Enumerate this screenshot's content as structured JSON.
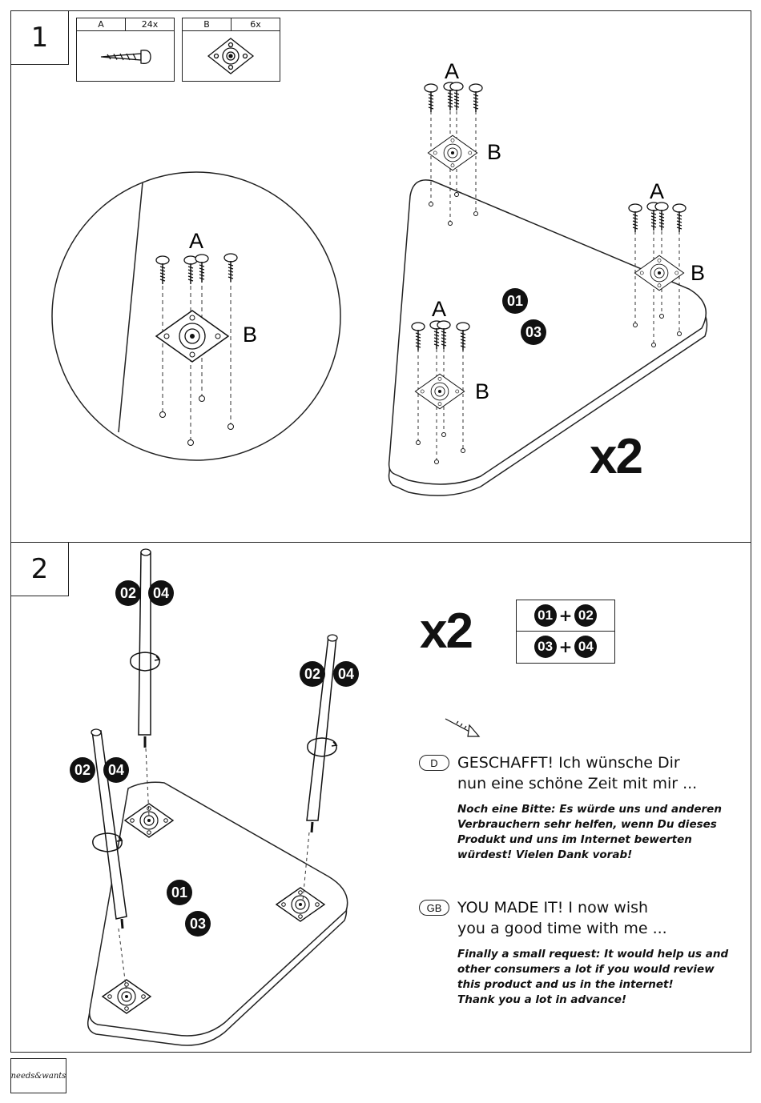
{
  "steps": [
    {
      "number": "1"
    },
    {
      "number": "2"
    }
  ],
  "parts": [
    {
      "letter": "A",
      "qty": "24x",
      "icon": "screw-icon"
    },
    {
      "letter": "B",
      "qty": "6x",
      "icon": "mounting-plate-icon"
    }
  ],
  "step1": {
    "screw_label": "A",
    "plate_label": "B",
    "badges": [
      "01",
      "03"
    ],
    "multiplier": "x2"
  },
  "step2": {
    "badges_leg": [
      "02",
      "04"
    ],
    "badges_top": [
      "01",
      "03"
    ],
    "multiplier": "x2",
    "combos": [
      {
        "left": "01",
        "plus": "+",
        "right": "02"
      },
      {
        "left": "03",
        "plus": "+",
        "right": "04"
      }
    ]
  },
  "messages": [
    {
      "lang": "D",
      "heading": "GESCHAFFT! Ich wünsche Dir\nnun eine schöne Zeit mit mir ...",
      "note": "Noch eine Bitte: Es würde uns und anderen\nVerbrauchern sehr helfen, wenn Du dieses\nProdukt und uns im Internet bewerten\nwürdest! Vielen Dank vorab!"
    },
    {
      "lang": "GB",
      "heading": "YOU MADE IT! I now wish\nyou  a good time with me ...",
      "note": "Finally a small request: It would help us and\nother consumers a lot if you would review\nthis product and us in the internet!\nThank you a lot in advance!"
    }
  ],
  "brand": "needs&wants"
}
